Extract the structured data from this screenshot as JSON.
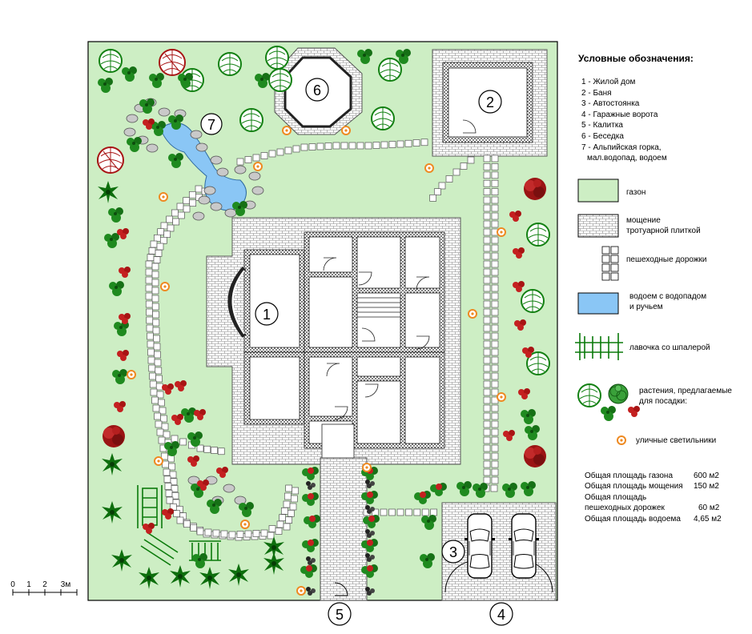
{
  "legend": {
    "title": "Условные обозначения:",
    "items": [
      "1 - Жилой дом",
      "2 - Баня",
      "3 - Автостоянка",
      "4 - Гаражные ворота",
      "5 - Калитка",
      "6 - Беседка",
      "7 - Альпийская горка,",
      "мал.водопад, водоем"
    ],
    "lawn": "газон",
    "paving_1": "мощение",
    "paving_2": "тротуарной плиткой",
    "paths": "пешеходные дорожки",
    "pond_1": "водоем с водопадом",
    "pond_2": "и ручьем",
    "bench": "лавочка со шпалерой",
    "plants_1": "растения, предлагаемые",
    "plants_2": "для посадки:",
    "lights": "уличные светильники"
  },
  "totals": {
    "lawn_label": "Общая площадь газона",
    "lawn_value": "600 м2",
    "paving_label": "Общая площадь мощения",
    "paving_value": "150 м2",
    "paths_label_1": "Общая площадь",
    "paths_label_2": "пешеходных дорожек",
    "paths_value": "60 м2",
    "pond_label": "Общая площадь водоема",
    "pond_value": "4,65 м2"
  },
  "markers": {
    "m1": "1",
    "m2": "2",
    "m3": "3",
    "m4": "4",
    "m5": "5",
    "m6": "6",
    "m7": "7"
  },
  "scale": {
    "l0": "0",
    "l1": "1",
    "l2": "2",
    "l3": "3м"
  },
  "colors": {
    "lawn": "#cdeec4",
    "pond": "#8ac6f5",
    "plant_green": "#1f8a1f",
    "plant_red": "#c42020",
    "light": "#ee8a22",
    "paving": "#ffffff"
  }
}
